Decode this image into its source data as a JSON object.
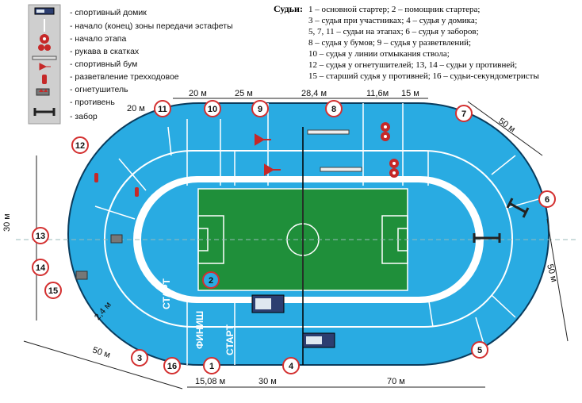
{
  "legend": {
    "items": [
      {
        "label": "- спортивный домик",
        "icon": "sports-hut-icon"
      },
      {
        "label": "- начало (конец) зоны передачи эстафеты",
        "icon": "relay-zone-line-icon"
      },
      {
        "label": "- начало этапа",
        "icon": "stage-start-icon"
      },
      {
        "label": "- рукава в скатках",
        "icon": "rolled-hoses-icon"
      },
      {
        "label": "- спортивный бум",
        "icon": "balance-beam-icon"
      },
      {
        "label": "- разветвление трехходовое",
        "icon": "three-way-branch-icon"
      },
      {
        "label": "- огнетушитель",
        "icon": "fire-extinguisher-icon"
      },
      {
        "label": "- противень",
        "icon": "fire-tray-icon"
      },
      {
        "label": "- забор",
        "icon": "fence-icon"
      }
    ]
  },
  "judges": {
    "title": "Судьи:",
    "lines": [
      "1 –  основной стартер; 2 – помощник стартера;",
      "3 –  судья при участниках; 4 –  судья у домика;",
      "5, 7, 11 – судьи на этапах; 6 – судья у заборов;",
      "8 – судья у бумов; 9 –  судья у разветвлений;",
      "10 – судья у линии отмыкания ствола;",
      "12 – судья у огнетушителей; 13, 14 – судьи у противней;",
      "15 – старший судья у противней; 16 – судьи-секундометристы"
    ]
  },
  "dimensions": {
    "top": [
      "20 м",
      "20 м",
      "25 м",
      "28,4 м",
      "11,6м",
      "15 м"
    ],
    "bottom": [
      "15,08 м",
      "30 м",
      "70 м"
    ],
    "left_height": "30 м",
    "left_diag": "2,4 м",
    "bottom_left": "50 м",
    "right_top": "50 м",
    "right_bottom": "50 м"
  },
  "track_words": {
    "start1": "СТАРТ",
    "start2": "СТАРТ",
    "finish": "ФИНИШ"
  },
  "markers": [
    "1",
    "2",
    "3",
    "4",
    "5",
    "6",
    "7",
    "8",
    "9",
    "10",
    "11",
    "12",
    "13",
    "14",
    "15",
    "16"
  ],
  "colors": {
    "track": "#29abe2",
    "field": "#1f8f3a",
    "marker_ring": "#d32f2f",
    "equipment": "#c62828"
  }
}
